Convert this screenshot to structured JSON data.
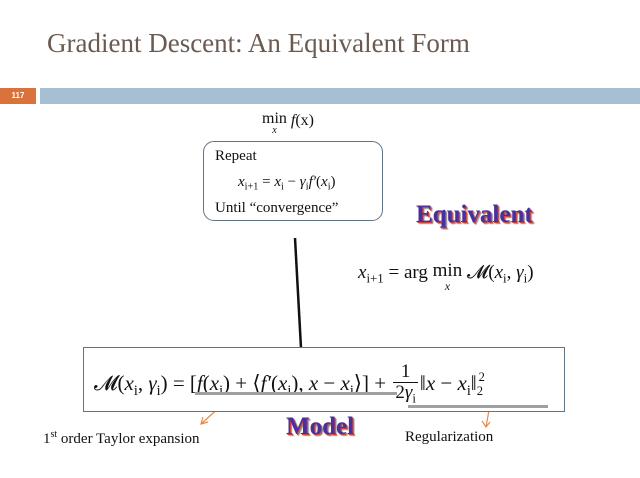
{
  "slide": {
    "title": "Gradient Descent: An Equivalent Form",
    "number": "117"
  },
  "objective": {
    "min": "min",
    "var": "x",
    "func": "f",
    "arg": "(x)"
  },
  "algorithm": {
    "repeat": "Repeat",
    "update": {
      "lhs": "x",
      "lhs_sub": "i+1",
      "eq": " = ",
      "x": "x",
      "x_sub": "i",
      "minus": " − ",
      "gamma": "γ",
      "gamma_sub": "i",
      "fprime": "f′",
      "arg_open": "(",
      "arg_x": "x",
      "arg_sub": "i",
      "arg_close": ")"
    },
    "until": "Until “convergence”"
  },
  "labels": {
    "equivalent": "Equivalent",
    "model": "Model",
    "taylor_ordinal": "1",
    "taylor_suffix": "st",
    "taylor_rest": " order Taylor expansion",
    "regularization": "Regularization"
  },
  "argmin_equation": {
    "lhs": "x",
    "lhs_sub": "i+1",
    "eq": " = arg ",
    "min": "min",
    "var": "x",
    "model": " 𝓜(",
    "x": "x",
    "x_sub": "i",
    "comma": ", ",
    "gamma": "γ",
    "gamma_sub": "i",
    "close": ")"
  },
  "model_equation": {
    "lhs_open": "𝓜(",
    "lhs_x": "x",
    "lhs_x_sub": "i",
    "lhs_comma": ", ",
    "lhs_gamma": "γ",
    "lhs_gamma_sub": "i",
    "lhs_close": ")",
    "eq": " = [",
    "f": "f",
    "f_open": "(",
    "f_x": "x",
    "f_x_sub": "i",
    "f_close": ")",
    "plus1": " + ⟨",
    "fprime": "f′",
    "fp_open": "(",
    "fp_x": "x",
    "fp_x_sub": "i",
    "fp_close": "), ",
    "diff_x": "x",
    "diff_minus": " − ",
    "diff_xi": "x",
    "diff_xi_sub": "i",
    "bracket_close": "⟩] + ",
    "frac_num": "1",
    "frac_den": "2",
    "frac_gamma": "γ",
    "frac_gamma_sub": "i",
    "norm_open": "‖",
    "norm_x": "x",
    "norm_minus": " − ",
    "norm_xi": "x",
    "norm_xi_sub": "i",
    "norm_close": "‖",
    "norm_sub": "2",
    "norm_sup": "2"
  },
  "colors": {
    "title": "#6b5a50",
    "header_bar": "#a7bfd3",
    "slide_number_bg": "#d9733b",
    "box_border": "#5e7588",
    "label_purple": "#4b2fa0",
    "arrow": "#e8894a"
  }
}
